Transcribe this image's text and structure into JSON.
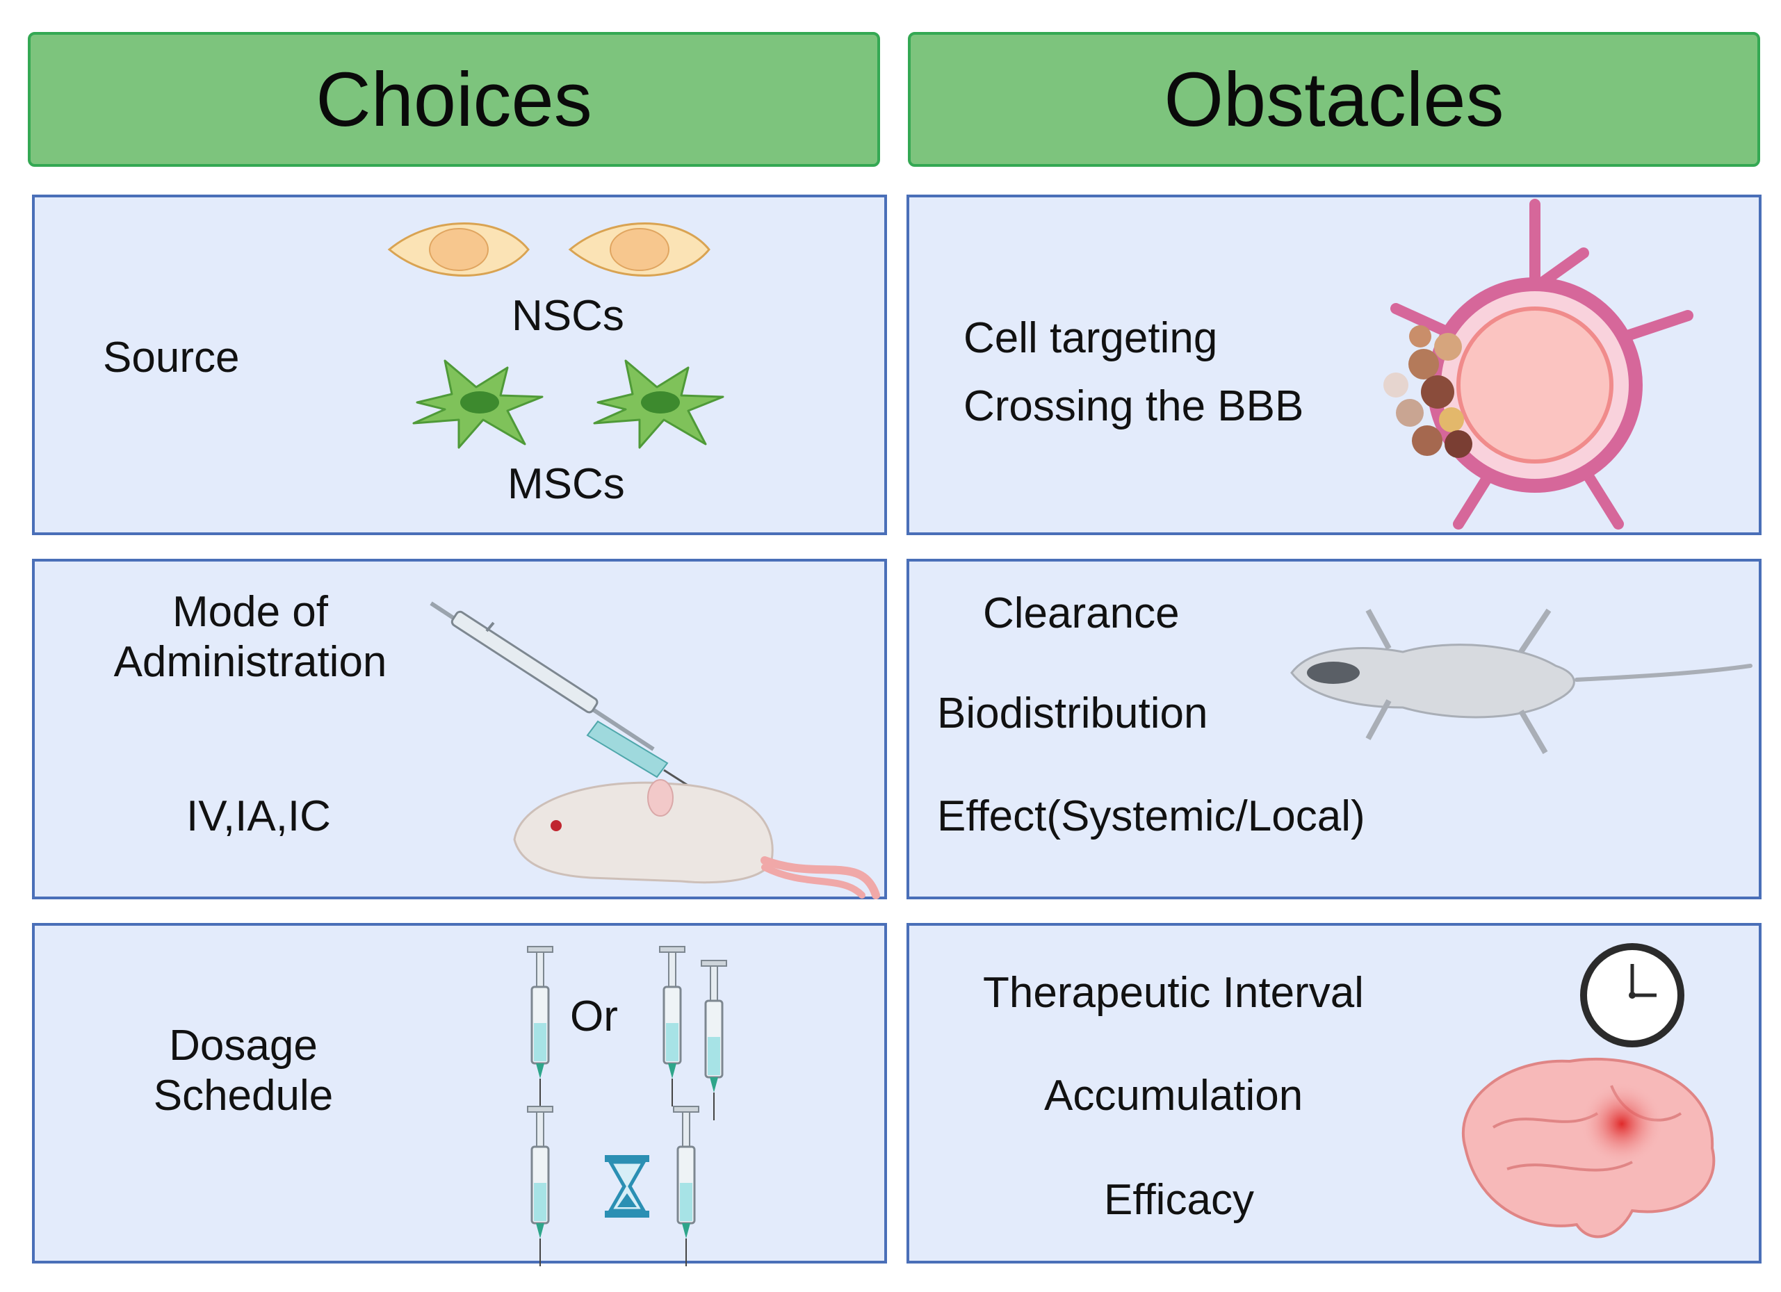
{
  "headers": {
    "left": "Choices",
    "right": "Obstacles"
  },
  "choices": {
    "source": {
      "label": "Source",
      "nscs": "NSCs",
      "mscs": "MSCs"
    },
    "mode": {
      "label_line1": "Mode of",
      "label_line2": "Administration",
      "routes": "IV,IA,IC"
    },
    "dosage": {
      "label_line1": "Dosage",
      "label_line2": "Schedule",
      "or": "Or"
    }
  },
  "obstacles": {
    "targeting": {
      "item1": "Cell targeting",
      "item2": "Crossing the BBB"
    },
    "distribution": {
      "item1": "Clearance",
      "item2": "Biodistribution",
      "item3": "Effect(Systemic/Local)"
    },
    "timing": {
      "item1": "Therapeutic Interval",
      "item2": "Accumulation",
      "item3": "Efficacy"
    }
  },
  "colors": {
    "header_fill": "#7dc47d",
    "header_border": "#34a853",
    "panel_fill": "#e3ebfb",
    "panel_border": "#4a6fb8",
    "vessel": "#d6679a",
    "nsc_cell": "#fbe3b5",
    "msc_cell": "#7fc25a",
    "brain": "#f7b9b9",
    "hourglass": "#2b8fb3"
  }
}
